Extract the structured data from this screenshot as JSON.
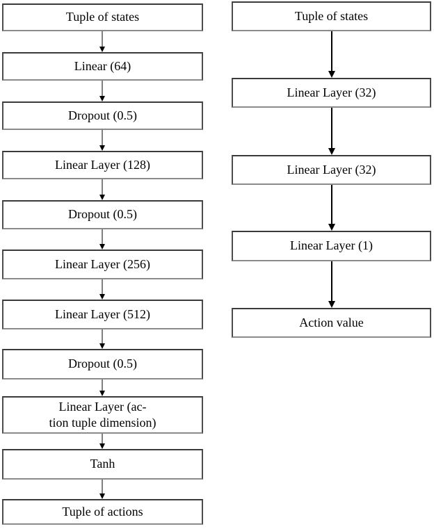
{
  "diagram": {
    "background_color": "#ffffff",
    "box_fill_color": "#ffffff",
    "box_border_color": "#4c4c4c",
    "arrow_color": "#000000",
    "text_color": "#000000",
    "flowcharts": [
      {
        "name": "left-network",
        "nodes": [
          {
            "label": "Tuple of states"
          },
          {
            "label": "Linear (64)"
          },
          {
            "label": "Dropout (0.5)"
          },
          {
            "label": "Linear Layer (128)"
          },
          {
            "label": "Dropout (0.5)"
          },
          {
            "label": "Linear Layer (256)"
          },
          {
            "label": "Linear Layer (512)"
          },
          {
            "label": "Dropout (0.5)"
          },
          {
            "label": "Linear Layer (action tuple dimension)",
            "line1": "Linear Layer (ac-",
            "line2": "tion tuple dimension)"
          },
          {
            "label": "Tanh"
          },
          {
            "label": "Tuple of actions"
          }
        ],
        "edges": [
          {
            "from": "Tuple of states",
            "to": "Linear (64)"
          },
          {
            "from": "Linear (64)",
            "to": "Dropout (0.5)"
          },
          {
            "from": "Dropout (0.5)",
            "to": "Linear Layer (128)"
          },
          {
            "from": "Linear Layer (128)",
            "to": "Dropout (0.5)"
          },
          {
            "from": "Dropout (0.5)",
            "to": "Linear Layer (256)"
          },
          {
            "from": "Linear Layer (256)",
            "to": "Linear Layer (512)"
          },
          {
            "from": "Linear Layer (512)",
            "to": "Dropout (0.5)"
          },
          {
            "from": "Dropout (0.5)",
            "to": "Linear Layer (action tuple dimension)"
          },
          {
            "from": "Linear Layer (action tuple dimension)",
            "to": "Tanh"
          },
          {
            "from": "Tanh",
            "to": "Tuple of actions"
          }
        ]
      },
      {
        "name": "right-network",
        "nodes": [
          {
            "label": "Tuple of states"
          },
          {
            "label": "Linear Layer (32)"
          },
          {
            "label": "Linear Layer (32)"
          },
          {
            "label": "Linear Layer (1)"
          },
          {
            "label": "Action value"
          }
        ],
        "edges": [
          {
            "from": "Tuple of states",
            "to": "Linear Layer (32)"
          },
          {
            "from": "Linear Layer (32)",
            "to": "Linear Layer (32)"
          },
          {
            "from": "Linear Layer (32)",
            "to": "Linear Layer (1)"
          },
          {
            "from": "Linear Layer (1)",
            "to": "Action value"
          }
        ]
      }
    ]
  }
}
